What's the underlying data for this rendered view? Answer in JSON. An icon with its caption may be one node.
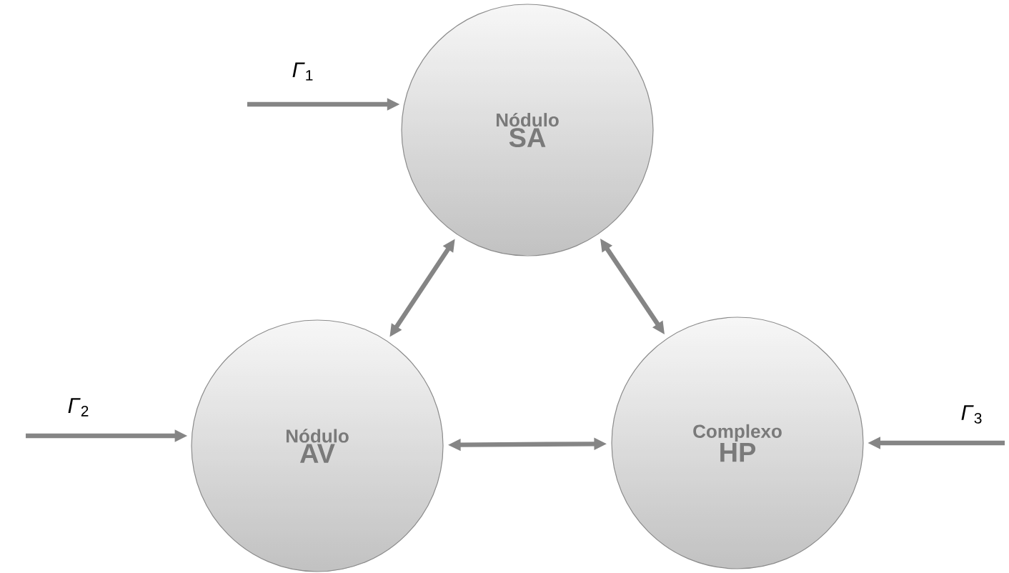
{
  "diagram": {
    "nodes": [
      {
        "text": [
          "Nódulo",
          "SA"
        ]
      },
      {
        "text": [
          "Nódulo",
          "AV"
        ]
      },
      {
        "text": [
          "Complexo",
          "HP"
        ]
      }
    ],
    "edges": [
      {
        "from": null,
        "to": 0,
        "arrow": "to",
        "label": "*Γ*$_{1}$"
      },
      {
        "from": null,
        "to": 1,
        "arrow": "to",
        "label": "*Γ*$_{2}$"
      },
      {
        "from": null,
        "to": 2,
        "arrow": "to",
        "label": "*Γ*$_{3}$"
      },
      {
        "from": 0,
        "to": 1,
        "arrow": "both"
      },
      {
        "from": 0,
        "to": 2,
        "arrow": "both"
      },
      {
        "from": 1,
        "to": 2,
        "arrow": "both"
      }
    ]
  }
}
